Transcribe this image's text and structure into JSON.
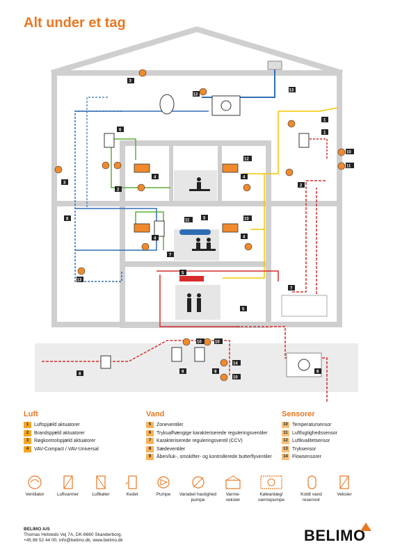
{
  "title": "Alt under et tag",
  "legend": {
    "luft": {
      "heading": "Luft",
      "items": [
        {
          "num": "1",
          "label": "Luftspjæld aktuatorer"
        },
        {
          "num": "2",
          "label": "Brandspjæld aktuatorer"
        },
        {
          "num": "3",
          "label": "Røgkontrolspjæld aktuatorer"
        },
        {
          "num": "4",
          "label": "VAV-Compact / VAV-Universal"
        }
      ]
    },
    "vand": {
      "heading": "Vand",
      "items": [
        {
          "num": "5",
          "label": "Zoneventiler"
        },
        {
          "num": "6",
          "label": "Trykuafhængige karakteriserede reguleringsventiler"
        },
        {
          "num": "7",
          "label": "Karakteriserede reguleringsventil (CCV)"
        },
        {
          "num": "8",
          "label": "Sædeventiler"
        },
        {
          "num": "9",
          "label": "Åben/luk-, omskifter- og kontrollerede butterflyventiler"
        }
      ]
    },
    "sensorer": {
      "heading": "Sensorer",
      "items": [
        {
          "num": "10",
          "label": "Temperatursensor"
        },
        {
          "num": "11",
          "label": "Luftfugtighedssensor"
        },
        {
          "num": "12",
          "label": "Luftkvalitetsensor"
        },
        {
          "num": "13",
          "label": "Tryksensor"
        },
        {
          "num": "14",
          "label": "Flowsensorer"
        }
      ]
    }
  },
  "components": [
    {
      "icon": "ventilator-icon",
      "label": "Ventilator"
    },
    {
      "icon": "air-heater-icon",
      "label": "Luftvarmer"
    },
    {
      "icon": "air-cooler-icon",
      "label": "Luftkøler"
    },
    {
      "icon": "boiler-icon",
      "label": "Kedel"
    },
    {
      "icon": "pump-icon",
      "label": "Pumpe"
    },
    {
      "icon": "variable-speed-pump-icon",
      "label": "Variabel hastighed pumpe"
    },
    {
      "icon": "heat-exchanger-icon",
      "label": "Varme-veksler"
    },
    {
      "icon": "chiller-heat-pump-icon",
      "label": "Køleanlæg/ varmepumpe"
    },
    {
      "icon": "cold-water-reservoir-icon",
      "label": "Koldt vand reservoir"
    },
    {
      "icon": "exchanger-icon",
      "label": "Veksler"
    }
  ],
  "footer": {
    "company": "BELIMO A/S",
    "address": "Thomas Helsteds Vej 7A, DK-8660 Skanderborg,",
    "contact": "+45 86 52 44 00, info@belimo.dk, www.belimo.dk"
  },
  "logo": "BELIMO",
  "colors": {
    "accent": "#e87722",
    "supply_air": "#2f6db5",
    "heating": "#d62b2b",
    "cooling_green": "#5cae3c",
    "yellow": "#f2c500",
    "building": "#cfcfcf"
  },
  "diagram_labels": {
    "n1": "1",
    "n2": "2",
    "n3": "3",
    "n4": "4",
    "n5": "5",
    "n6": "6",
    "n7": "7",
    "n8": "8",
    "n9": "9",
    "n10": "10",
    "n11": "11",
    "n12": "12",
    "n13": "13",
    "n14": "14"
  }
}
